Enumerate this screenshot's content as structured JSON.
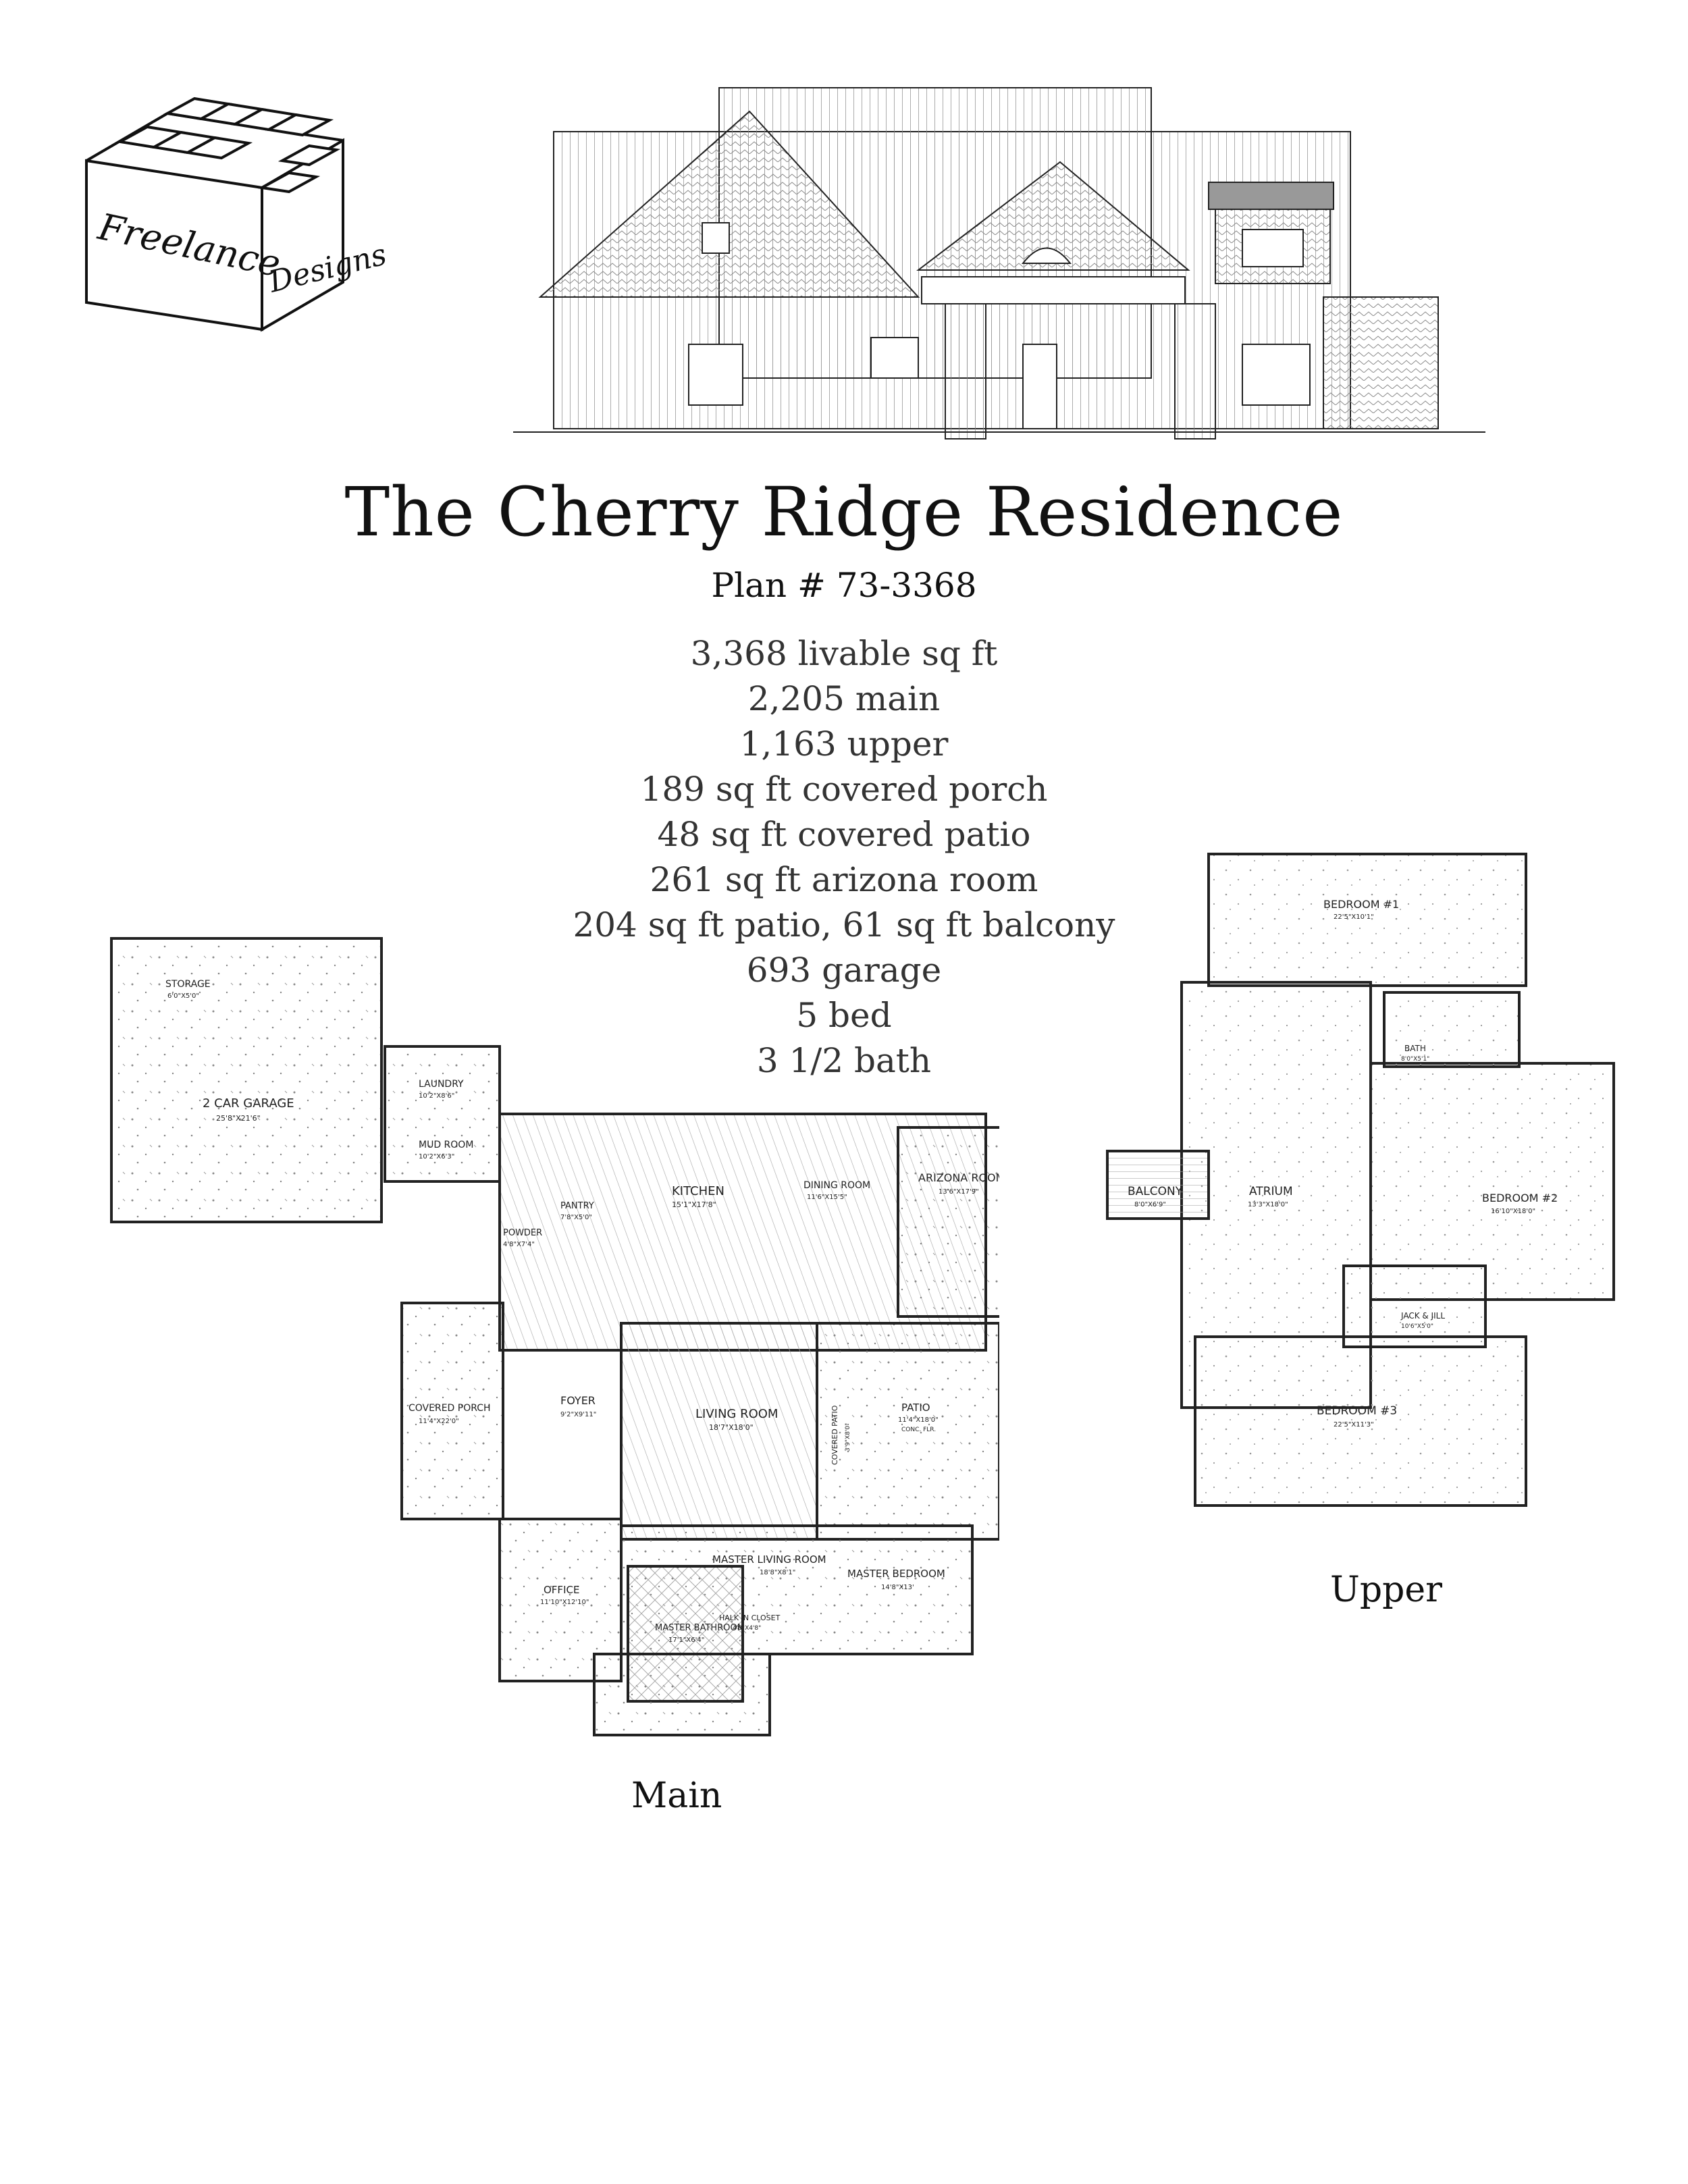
{
  "logo": {
    "line1": "Freelance",
    "line2": "Designs"
  },
  "title": "The Cherry Ridge Residence",
  "plan_number": "Plan # 73-3368",
  "stats": [
    "3,368 livable sq ft",
    "2,205 main",
    "1,163 upper",
    "189 sq ft covered porch",
    "48 sq ft covered patio",
    "261 sq ft arizona room",
    "204 sq ft patio, 61 sq ft balcony",
    "693 garage",
    "5 bed",
    "3 1/2 bath"
  ],
  "main_floor": {
    "label": "Main",
    "rooms": {
      "storage": {
        "name": "STORAGE",
        "dim": "6'0\"X5'0\""
      },
      "garage": {
        "name": "2 CAR GARAGE",
        "dim": "25'8\"X21'6\""
      },
      "laundry": {
        "name": "LAUNDRY",
        "dim": "10'2\"X8'6\""
      },
      "mudroom": {
        "name": "MUD ROOM",
        "dim": "10'2\"X6'3\""
      },
      "pantry": {
        "name": "PANTRY",
        "dim": "7'8\"X5'0\""
      },
      "powder": {
        "name": "POWDER",
        "dim": "4'8\"X7'4\""
      },
      "kitchen": {
        "name": "KITCHEN",
        "dim": "15'1\"X17'8\""
      },
      "dining": {
        "name": "DINING ROOM",
        "dim": "11'6\"X15'5\""
      },
      "arizona": {
        "name": "ARIZONA ROOM",
        "dim": "13'6\"X17'9\""
      },
      "porch": {
        "name": "COVERED PORCH",
        "dim": "11'4\"X22'0\""
      },
      "foyer": {
        "name": "FOYER",
        "dim": "9'2\"X9'11\""
      },
      "living": {
        "name": "LIVING ROOM",
        "dim": "18'7\"X18'0\""
      },
      "covered_patio": {
        "name": "COVERED PATIO",
        "dim": "3'9\"X8'0\""
      },
      "patio": {
        "name": "PATIO",
        "dim": "11'4\"X18'0\"",
        "note": "CONC. FLR."
      },
      "office": {
        "name": "OFFICE",
        "dim": "11'10\"X12'10\""
      },
      "master_living": {
        "name": "MASTER LIVING ROOM",
        "dim": "18'8\"X8'1\""
      },
      "master_bedroom": {
        "name": "MASTER BEDROOM",
        "dim": "14'8\"X13'"
      },
      "master_bath": {
        "name": "MASTER BATHROOM",
        "dim": "17'1\"X6'4\""
      },
      "walkin": {
        "name": "HALK IN CLOSET",
        "dim": "4'8\"X4'8\""
      }
    }
  },
  "upper_floor": {
    "label": "Upper",
    "rooms": {
      "bedroom1": {
        "name": "BEDROOM #1",
        "dim": "22'5\"X10'1\""
      },
      "bath": {
        "name": "BATH",
        "dim": "8'0\"X5'1\""
      },
      "balcony": {
        "name": "BALCONY",
        "dim": "8'0\"X6'9\""
      },
      "atrium": {
        "name": "ATRIUM",
        "dim": "13'3\"X18'0\""
      },
      "bedroom2": {
        "name": "BEDROOM #2",
        "dim": "16'10\"X18'0\""
      },
      "jack": {
        "name": "JACK & JILL",
        "dim": "10'6\"X5'0\""
      },
      "bedroom3": {
        "name": "BEDROOM #3",
        "dim": "22'5\"X11'3\""
      }
    }
  }
}
